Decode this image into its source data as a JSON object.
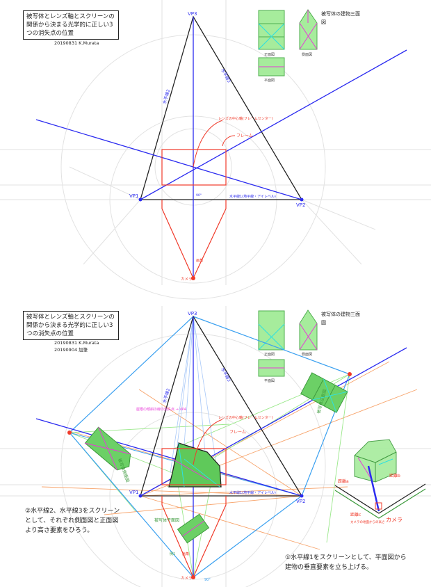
{
  "top": {
    "note": "被写体とレンズ軸とスクリーンの関係から決まる光学的に正しい3つの消失点の位置",
    "signature": "20190831 K.Murata",
    "vp1": "VP1",
    "vp2": "VP2",
    "vp3": "VP3",
    "horizon1": "水平線1(地平線・アイレベル)",
    "horizon2": "水平線2",
    "horizon3": "水平線3",
    "lens_axis": "レンズの中心軸(フレームセンター)",
    "frame": "フレーム",
    "angle": "90°",
    "view_angle": "画角",
    "camera": "カメラ",
    "three_view_title": "被写体の建物三面図",
    "front_view": "正面図",
    "side_view": "側面図",
    "plan_view": "平面図"
  },
  "bottom": {
    "note": "被写体とレンズ軸とスクリーンの関係から決まる光学的に正しい3つの消失点の位置",
    "signature": "20190831 K.Murata",
    "revision": "20190904 加筆",
    "vp1": "VP1",
    "vp2": "VP2",
    "vp3": "VP3",
    "horizon1": "水平線1(地平線・アイレベル)",
    "horizon2": "水平線2",
    "horizon3": "水平線3",
    "lens_axis": "レンズの中心軸(フレームセンター)",
    "frame": "フレーム",
    "roof_note": "屋根の傾斜の線の消失点 → VP4",
    "side_label": "被写体側面図",
    "front_label": "被写体正面図",
    "plan_label": "被写体平面図",
    "distance_a": "距離a",
    "distance_b": "距離b",
    "distance_c": "距離c",
    "camera_height": "カメラの地面からの高さ",
    "view_angle": "画角",
    "example": "例1",
    "angle": "90°",
    "camera": "カメラ",
    "step2": "②水平線2、水平線3をスクリーンとして、それぞれ側面図と正面図より高さ要素をひろう。",
    "step1": "①水平線1をスクリーンとして、平面図から建物の垂直要素を立ち上げる。",
    "three_view_title": "被写体の建物三面図",
    "front_view": "正面図",
    "side_view": "側面図",
    "plan_view": "平面図"
  },
  "colors": {
    "red": "#f03a2a",
    "blue": "#2b2bf0",
    "light_blue": "#3aa0f0",
    "green_fill": "#8fe08a",
    "green_dark": "#3d9a3d",
    "orange": "#f7a36a",
    "magenta": "#e83ad8",
    "cyan": "#2ee0e0",
    "grey": "#dddddd"
  }
}
